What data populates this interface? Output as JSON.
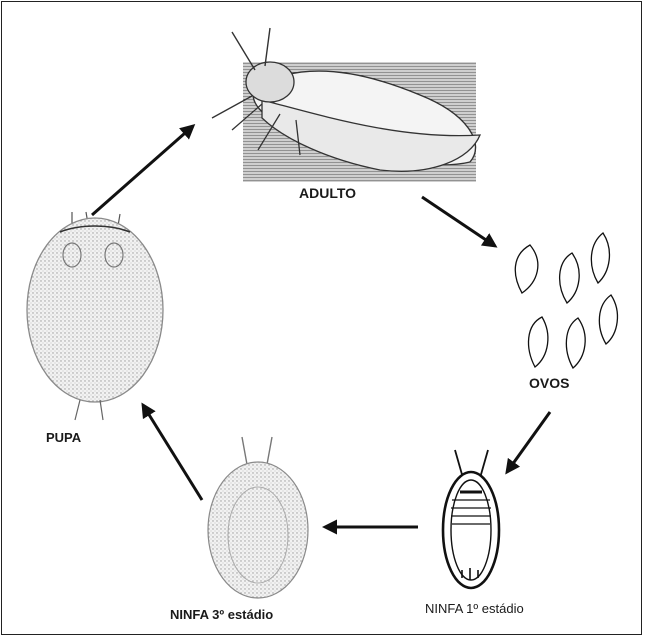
{
  "stages": {
    "adult": "ADULTO",
    "eggs": "OVOS",
    "nymph1": "NINFA 1º estádio",
    "nymph3": "NINFA 3º estádio",
    "pupa": "PUPA"
  },
  "colors": {
    "ink": "#1a1a1a",
    "stipple": "#8a8a8a",
    "paper": "#ffffff"
  }
}
